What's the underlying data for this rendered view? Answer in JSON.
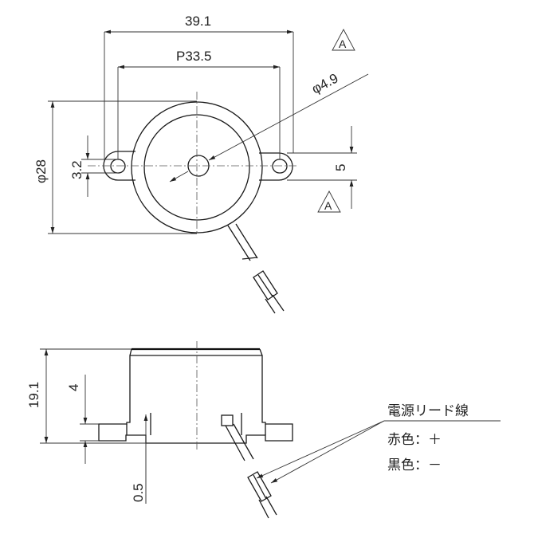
{
  "dimensions": {
    "overall_width": "39.1",
    "pitch": "P33.5",
    "hole_diameter": "φ4.9",
    "body_diameter": "φ28",
    "slot_width": "3.2",
    "tab_height": "5",
    "height": "19.1",
    "flange_height": "4",
    "flange_thickness": "0.5"
  },
  "symbols": {
    "triangle_top": "A",
    "triangle_bottom": "A"
  },
  "lead_note": {
    "title": "電源リード線",
    "red": "赤色：＋",
    "black": "黒色：－"
  }
}
